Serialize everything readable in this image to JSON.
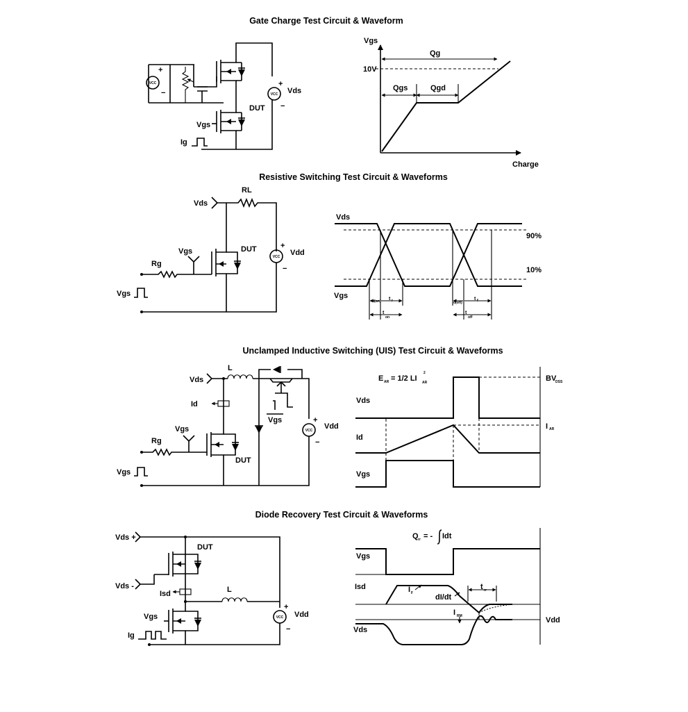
{
  "sections": {
    "gate_charge": {
      "title": "Gate Charge Test Circuit & Waveform",
      "vcc": "VCC",
      "vds": "Vds",
      "dut": "DUT",
      "vgs": "Vgs",
      "ig": "Ig",
      "wave_vgs": "Vgs",
      "qg": "Qg",
      "ten_v": "10V",
      "qgs": "Qgs",
      "qgd": "Qgd",
      "charge": "Charge"
    },
    "resistive": {
      "title": "Resistive Switching Test Circuit & Waveforms",
      "rl": "RL",
      "vds": "Vds",
      "vgs": "Vgs",
      "dut": "DUT",
      "rg": "Rg",
      "vdd": "Vdd",
      "vcc": "VCC",
      "vgs_pulse": "Vgs",
      "wave_vds": "Vds",
      "wave_vgs": "Vgs",
      "pct90": "90%",
      "pct10": "10%",
      "td_on": "d(on)",
      "tr": "r",
      "td_off": "d(off)",
      "tf": "f",
      "t": "t",
      "ton_sub": "on",
      "toff_sub": "off"
    },
    "uis": {
      "title": "Unclamped Inductive Switching (UIS) Test Circuit & Waveforms",
      "vds": "Vds",
      "l": "L",
      "id": "Id",
      "vgs": "Vgs",
      "rg": "Rg",
      "dut": "DUT",
      "vgs_bar": "Vgs",
      "vdd": "Vdd",
      "vcc": "VCC",
      "vgs_pulse": "Vgs",
      "ear_main": "E",
      "ear_sub": "AR",
      "ear_formula": "= 1/2 LI",
      "ear_sup": "2",
      "ear_sub2": "AR",
      "bv_main": "BV",
      "bv_sub": "DSS",
      "wave_vds": "Vds",
      "wave_id": "Id",
      "iar_main": "I",
      "iar_sub": "AR",
      "wave_vgs": "Vgs"
    },
    "diode": {
      "title": "Diode Recovery Test Circuit & Waveforms",
      "vds_plus": "Vds +",
      "vds_minus": "Vds -",
      "dut": "DUT",
      "isd": "Isd",
      "l": "L",
      "vgs": "Vgs",
      "vdd": "Vdd",
      "vcc": "VCC",
      "ig": "Ig",
      "qrr_main": "Q",
      "qrr_sub": "rr",
      "qrr_formula": "= -",
      "qrr_int": "Idt",
      "wave_vgs": "Vgs",
      "wave_isd": "Isd",
      "if_main": "I",
      "if_sub": "F",
      "didt": "dI/dt",
      "trr_main": "t",
      "trr_sub": "rr",
      "irm_main": "I",
      "irm_sub": "RM",
      "wave_vds": "Vds",
      "wave_vdd": "Vdd"
    }
  }
}
